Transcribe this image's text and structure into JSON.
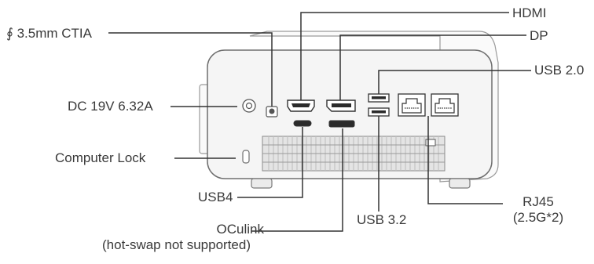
{
  "labels": {
    "audio": "∮ 3.5mm CTIA",
    "hdmi": "HDMI",
    "dp": "DP",
    "usb20": "USB 2.0",
    "dc": "DC 19V 6.32A",
    "lock": "Computer Lock",
    "usb4": "USB4",
    "oculink_line1": "OCulink",
    "oculink_line2": "(hot-swap not supported)",
    "usb32": "USB 3.2",
    "rj45_line1": "RJ45",
    "rj45_line2": "(2.5G*2)"
  },
  "colors": {
    "line": "#333333",
    "body_fill": "#f5f5f5",
    "body_stroke": "#6e6e6e",
    "port_dark": "#2b2b2b",
    "grill": "#e2e2e2",
    "text": "#3a3a3a"
  }
}
